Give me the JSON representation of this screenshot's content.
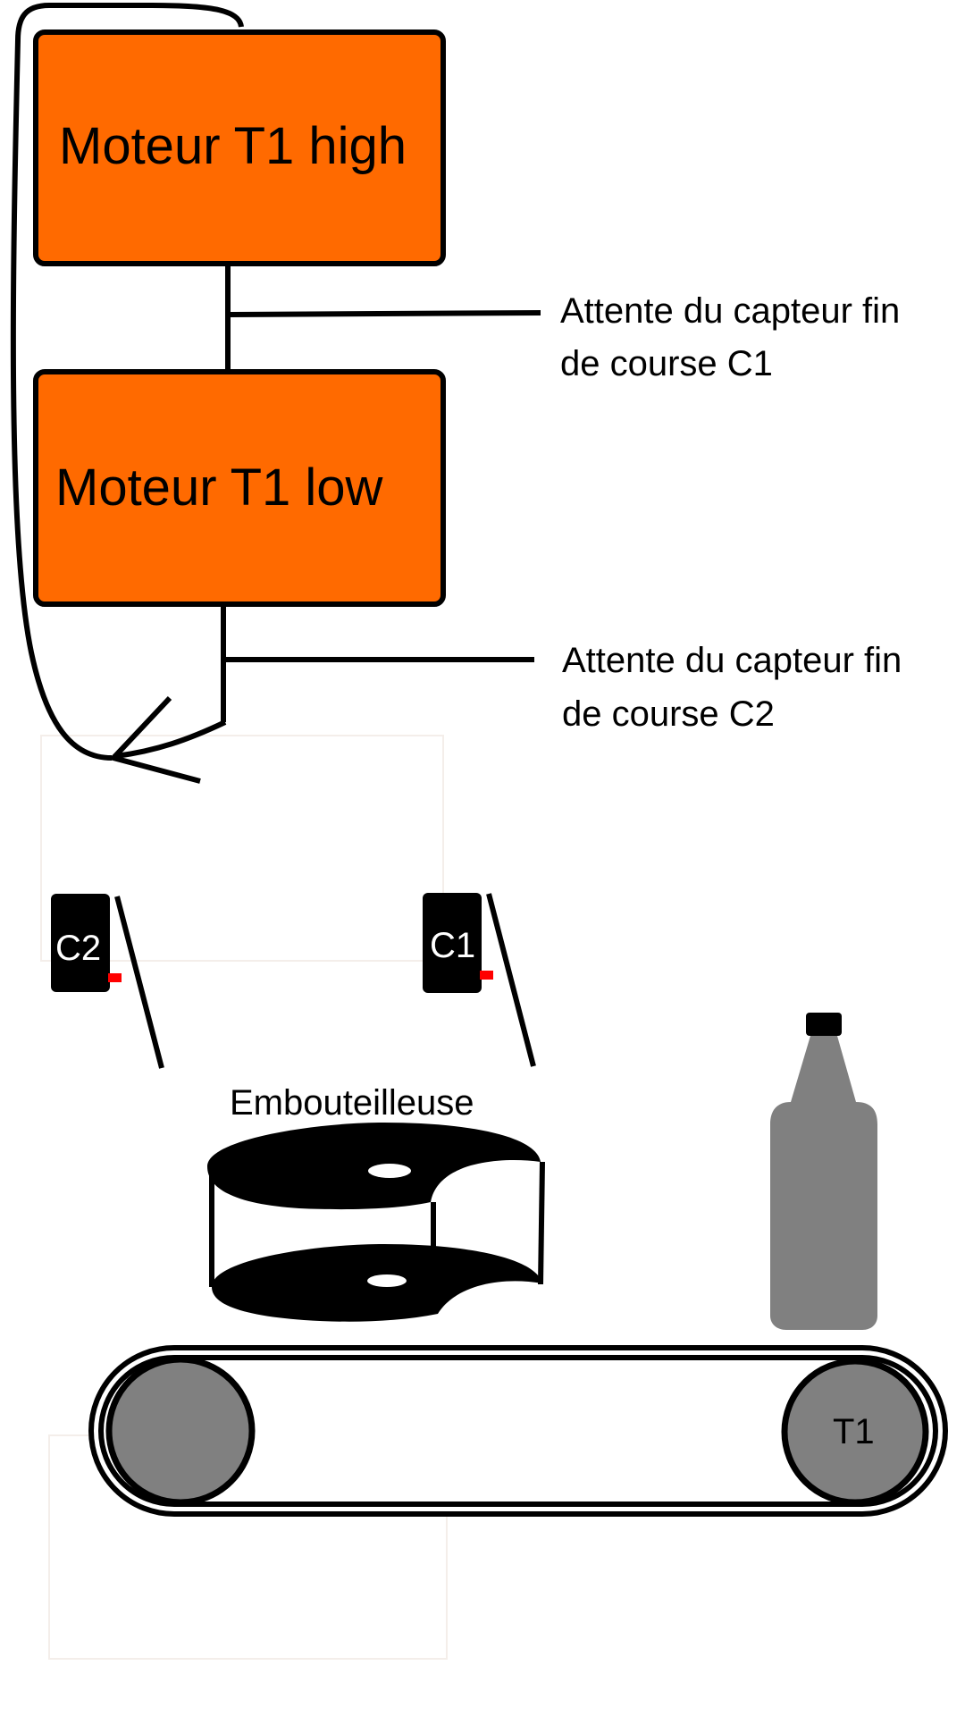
{
  "grafcet": {
    "step_high": {
      "label": "Moteur T1 high"
    },
    "step_low": {
      "label": "Moteur T1 low"
    },
    "transition_1": {
      "label_line1": "Attente du capteur fin",
      "label_line2": "de course C1"
    },
    "transition_2": {
      "label_line1": "Attente du capteur fin",
      "label_line2": "de course C2"
    }
  },
  "sensors": {
    "c2": {
      "label": "C2"
    },
    "c1": {
      "label": "C1"
    }
  },
  "machine": {
    "label": "Embouteilleuse"
  },
  "conveyor": {
    "motor_label": "T1"
  },
  "colors": {
    "step_fill": "#ff6a00",
    "roller_fill": "#808080",
    "bottle_fill": "#808080",
    "sensor_fill": "#000000",
    "sensor_indicator": "#ff0000"
  }
}
